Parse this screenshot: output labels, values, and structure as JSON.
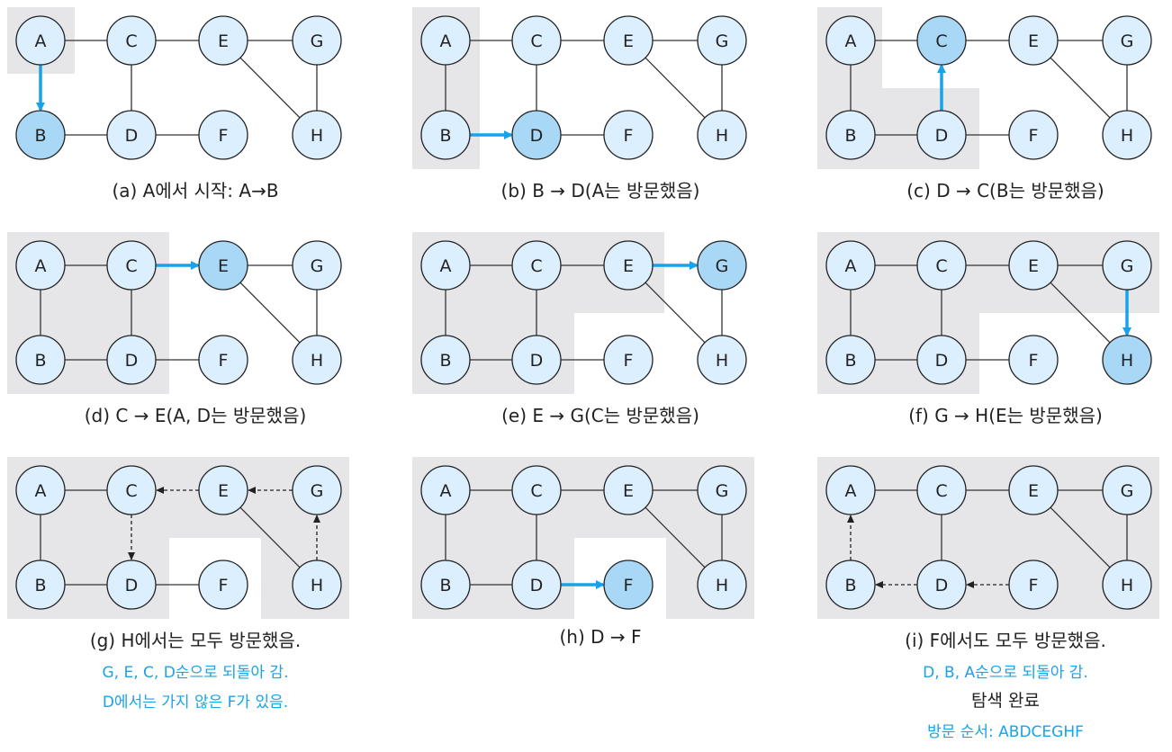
{
  "colors": {
    "node_fill": "#dcefff",
    "node_current_fill": "#a8d8f5",
    "node_stroke": "#222222",
    "region_fill": "#e6e6e9",
    "arrow_blue": "#17a3ea",
    "note_blue": "#1aa3e8"
  },
  "graph": {
    "nodes": [
      "A",
      "B",
      "C",
      "D",
      "E",
      "F",
      "G",
      "H"
    ],
    "edges": [
      [
        "A",
        "C"
      ],
      [
        "C",
        "E"
      ],
      [
        "E",
        "G"
      ],
      [
        "A",
        "B"
      ],
      [
        "C",
        "D"
      ],
      [
        "B",
        "D"
      ],
      [
        "D",
        "F"
      ],
      [
        "E",
        "H"
      ],
      [
        "G",
        "H"
      ]
    ]
  },
  "panels": [
    {
      "id": "a",
      "caption": "(a) A에서 시작: A→B",
      "start": "A",
      "current": "B",
      "arrows": [
        {
          "from": "A",
          "to": "B",
          "style": "solid"
        }
      ],
      "notes": []
    },
    {
      "id": "b",
      "caption": "(b) B → D(A는 방문했음)",
      "current": "D",
      "arrows": [
        {
          "from": "B",
          "to": "D",
          "style": "solid"
        }
      ],
      "notes": []
    },
    {
      "id": "c",
      "caption": "(c) D → C(B는 방문했음)",
      "current": "C",
      "arrows": [
        {
          "from": "D",
          "to": "C",
          "style": "solid"
        }
      ],
      "notes": []
    },
    {
      "id": "d",
      "caption": "(d) C → E(A, D는 방문했음)",
      "current": "E",
      "arrows": [
        {
          "from": "C",
          "to": "E",
          "style": "solid"
        }
      ],
      "notes": []
    },
    {
      "id": "e",
      "caption": "(e) E → G(C는 방문했음)",
      "current": "G",
      "arrows": [
        {
          "from": "E",
          "to": "G",
          "style": "solid"
        }
      ],
      "notes": []
    },
    {
      "id": "f",
      "caption": "(f) G → H(E는 방문했음)",
      "current": "H",
      "arrows": [
        {
          "from": "G",
          "to": "H",
          "style": "solid"
        }
      ],
      "notes": []
    },
    {
      "id": "g",
      "caption": "(g) H에서는 모두 방문했음.",
      "current": "",
      "arrows": [
        {
          "from": "H",
          "to": "G",
          "style": "dashed"
        },
        {
          "from": "G",
          "to": "E",
          "style": "dashed"
        },
        {
          "from": "E",
          "to": "C",
          "style": "dashed"
        },
        {
          "from": "C",
          "to": "D",
          "style": "dashed"
        }
      ],
      "notes": [
        "G, E, C, D순으로 되돌아 감.",
        "D에서는 가지 않은 F가 있음."
      ]
    },
    {
      "id": "h",
      "caption": "(h) D → F",
      "current": "F",
      "arrows": [
        {
          "from": "D",
          "to": "F",
          "style": "solid"
        }
      ],
      "notes": []
    },
    {
      "id": "i",
      "caption": "(i) F에서도 모두 방문했음.",
      "current": "",
      "arrows": [
        {
          "from": "F",
          "to": "D",
          "style": "dashed"
        },
        {
          "from": "D",
          "to": "B",
          "style": "dashed"
        },
        {
          "from": "B",
          "to": "A",
          "style": "dashed"
        }
      ],
      "notes": [
        "D, B, A순으로 되돌아 감."
      ],
      "result": "탐색 완료",
      "order": "방문 순서: ABDCEGHF"
    }
  ]
}
